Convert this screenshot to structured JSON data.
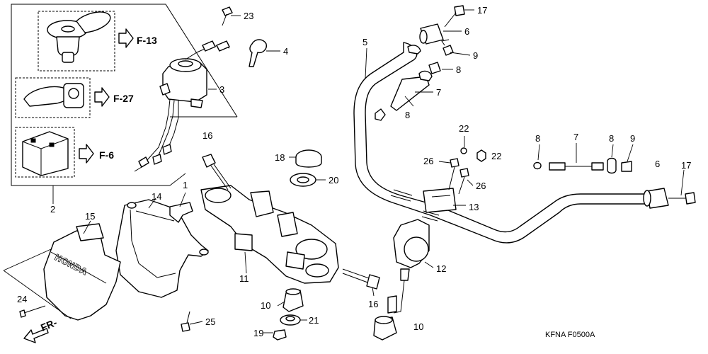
{
  "diagram": {
    "part_numbers": {
      "p1": "1",
      "p2": "2",
      "p3": "3",
      "p4": "4",
      "p5": "5",
      "p6a": "6",
      "p6b": "6",
      "p7a": "7",
      "p7b": "7",
      "p8a": "8",
      "p8b": "8",
      "p8c": "8",
      "p8d": "8",
      "p9a": "9",
      "p9b": "9",
      "p10a": "10",
      "p10b": "10",
      "p11": "11",
      "p12": "12",
      "p13": "13",
      "p14": "14",
      "p15": "15",
      "p16a": "16",
      "p16b": "16",
      "p17a": "17",
      "p17b": "17",
      "p18": "18",
      "p19": "19",
      "p20": "20",
      "p21": "21",
      "p22a": "22",
      "p22b": "22",
      "p23": "23",
      "p24": "24",
      "p25": "25",
      "p26a": "26",
      "p26b": "26"
    },
    "references": {
      "f13": "F-13",
      "f27": "F-27",
      "f6": "F-6"
    },
    "front_marker": "FR-",
    "brand_text": "HONDA",
    "code": "KFNA F0500A"
  }
}
